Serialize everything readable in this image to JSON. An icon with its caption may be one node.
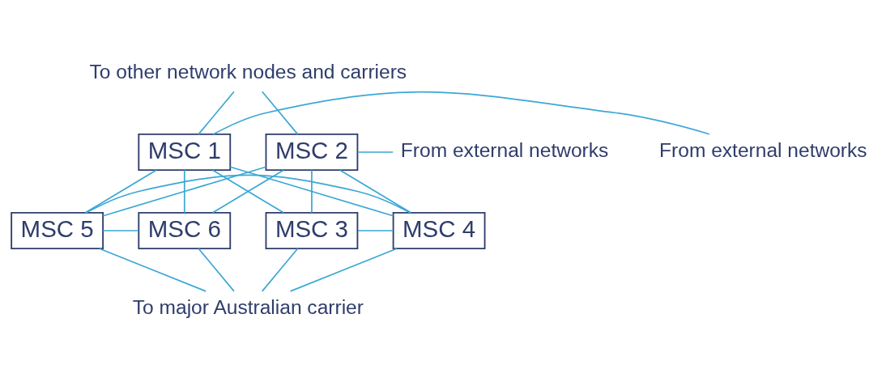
{
  "diagram": {
    "nodes": [
      {
        "text": [
          "To other network nodes and carriers"
        ]
      },
      {
        "text": [
          "From external networks"
        ]
      },
      {
        "text": [
          "MSC 1"
        ]
      },
      {
        "text": [
          "MSC 2"
        ]
      },
      {
        "text": [
          "From external networks"
        ]
      },
      {
        "text": [
          "MSC 3"
        ]
      },
      {
        "text": [
          "MSC 4"
        ]
      },
      {
        "text": [
          "MSC 5"
        ]
      },
      {
        "text": [
          "MSC 6"
        ]
      },
      {
        "text": [
          "To major Australian carrier"
        ]
      }
    ],
    "edges": [
      {
        "from": 0,
        "to": 2,
        "arrow": "none"
      },
      {
        "from": 0,
        "to": 3,
        "arrow": "none"
      },
      {
        "from": 1,
        "to": 2,
        "arrow": "none"
      },
      {
        "from": 4,
        "to": 3,
        "arrow": "none"
      },
      {
        "from": 2,
        "to": 5,
        "arrow": "none"
      },
      {
        "from": 2,
        "to": 6,
        "arrow": "none"
      },
      {
        "from": 2,
        "to": 7,
        "arrow": "none"
      },
      {
        "from": 2,
        "to": 8,
        "arrow": "none"
      },
      {
        "from": 3,
        "to": 5,
        "arrow": "none"
      },
      {
        "from": 3,
        "to": 6,
        "arrow": "none"
      },
      {
        "from": 3,
        "to": 7,
        "arrow": "none"
      },
      {
        "from": 3,
        "to": 8,
        "arrow": "none"
      },
      {
        "from": 5,
        "to": 6,
        "arrow": "none"
      },
      {
        "from": 6,
        "to": 7,
        "arrow": "none"
      },
      {
        "from": 7,
        "to": 8,
        "arrow": "none"
      },
      {
        "from": 5,
        "to": 9,
        "arrow": "none"
      },
      {
        "from": 6,
        "to": 9,
        "arrow": "none"
      },
      {
        "from": 7,
        "to": 9,
        "arrow": "none"
      },
      {
        "from": 8,
        "to": 9,
        "arrow": "none"
      }
    ]
  }
}
